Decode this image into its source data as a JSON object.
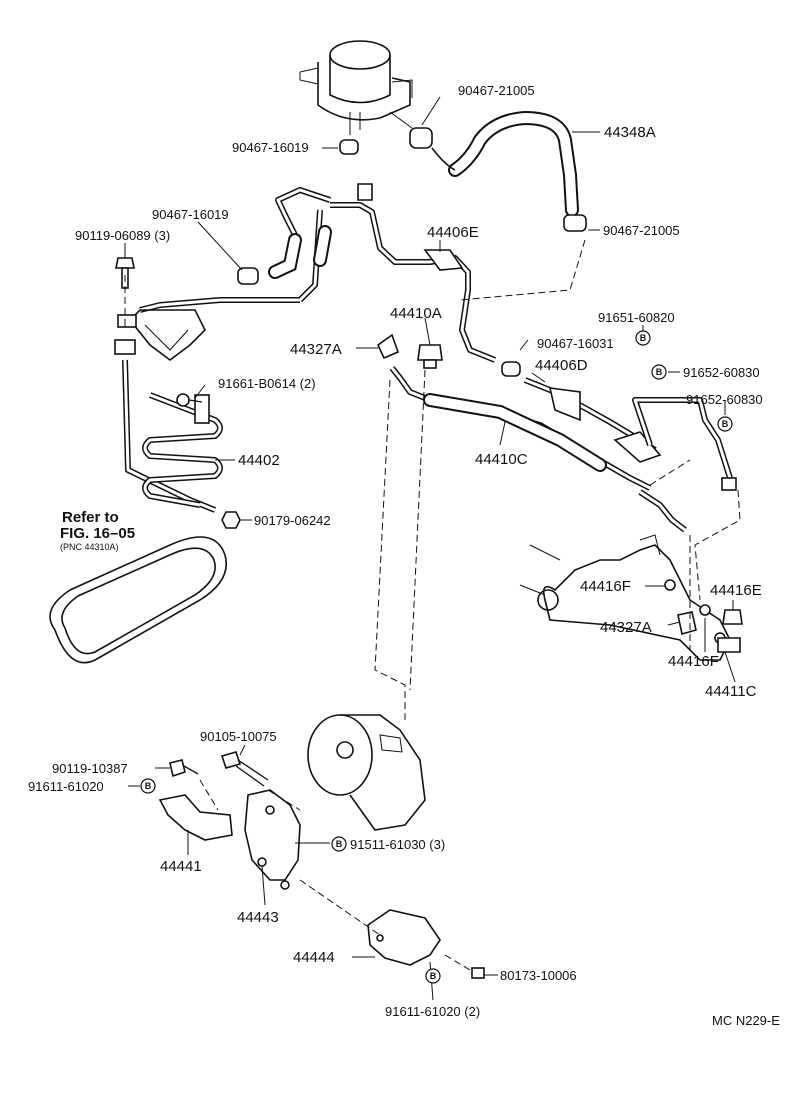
{
  "diagram": {
    "code": "MC N229-E",
    "refer": {
      "line1": "Refer to",
      "line2": "FIG. 16–05",
      "line3": "(PNC 44310A)"
    },
    "b_marker": "B",
    "labels": {
      "p90467_21005_top": "90467-21005",
      "p44348A": "44348A",
      "p90467_16019_a": "90467-16019",
      "p90467_16019_b": "90467-16019",
      "p90119_06089": "90119-06089 (3)",
      "p44406E": "44406E",
      "p90467_21005_mid": "90467-21005",
      "p44410A": "44410A",
      "p44327A_top": "44327A",
      "p91651_60820": "91651-60820",
      "p90467_16031": "90467-16031",
      "p44406D": "44406D",
      "p91652_60830_a": "91652-60830",
      "p91661_B0614": "91661-B0614 (2)",
      "p91652_60830_b": "91652-60830",
      "p44402": "44402",
      "p44410C": "44410C",
      "p90179_06242": "90179-06242",
      "p44416F_a": "44416F",
      "p44416E": "44416E",
      "p44327A_bot": "44327A",
      "p44416F_b": "44416F",
      "p44411C": "44411C",
      "p90105_10075": "90105-10075",
      "p90119_10387": "90119-10387",
      "p91611_61020_a": "91611-61020",
      "p91511_61030": "91511-61030 (3)",
      "p44441": "44441",
      "p44443": "44443",
      "p44444": "44444",
      "p80173_10006": "80173-10006",
      "p91611_61020_b": "91611-61020 (2)"
    }
  }
}
